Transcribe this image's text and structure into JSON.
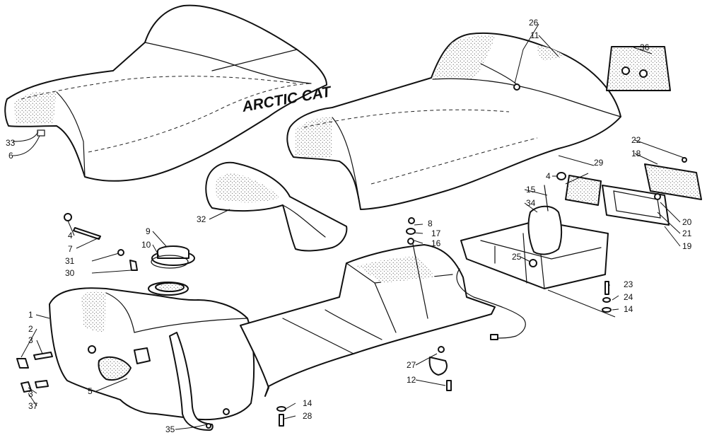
{
  "brand_text": "ARCTIC CAT",
  "callouts": [
    "1",
    "2",
    "3",
    "3",
    "4",
    "4",
    "5",
    "6",
    "7",
    "8",
    "9",
    "10",
    "11",
    "12",
    "14",
    "14",
    "15",
    "16",
    "17",
    "18",
    "19",
    "20",
    "21",
    "22",
    "23",
    "24",
    "25",
    "26",
    "27",
    "28",
    "29",
    "30",
    "31",
    "32",
    "33",
    "34",
    "35",
    "36",
    "37"
  ]
}
